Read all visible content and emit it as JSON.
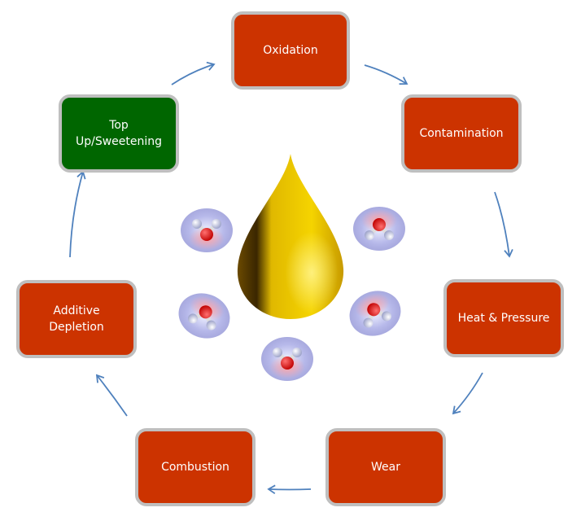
{
  "diagram": {
    "type": "cycle",
    "center_image": "oil-droplet",
    "surrounding_images": [
      "water-molecule",
      "water-molecule",
      "water-molecule",
      "water-molecule",
      "water-molecule"
    ],
    "colors": {
      "node_red": "#cc3300",
      "node_green": "#006600",
      "node_border": "#bfbfbf",
      "arrow": "#4f81bd"
    },
    "nodes": [
      {
        "id": "oxidation",
        "label": "Oxidation",
        "color": "#cc3300"
      },
      {
        "id": "contamination",
        "label": "Contamination",
        "color": "#cc3300"
      },
      {
        "id": "heat-pressure",
        "label": "Heat & Pressure",
        "color": "#cc3300"
      },
      {
        "id": "wear",
        "label": "Wear",
        "color": "#cc3300"
      },
      {
        "id": "combustion",
        "label": "Combustion",
        "color": "#cc3300"
      },
      {
        "id": "additive-depletion",
        "label": "Additive Depletion",
        "color": "#cc3300"
      },
      {
        "id": "top-up-sweetening",
        "label": "Top Up/Sweetening",
        "color": "#006600"
      }
    ],
    "edges": [
      [
        "oxidation",
        "contamination"
      ],
      [
        "contamination",
        "heat-pressure"
      ],
      [
        "heat-pressure",
        "wear"
      ],
      [
        "wear",
        "combustion"
      ],
      [
        "combustion",
        "additive-depletion"
      ],
      [
        "additive-depletion",
        "top-up-sweetening"
      ],
      [
        "top-up-sweetening",
        "oxidation"
      ]
    ]
  }
}
